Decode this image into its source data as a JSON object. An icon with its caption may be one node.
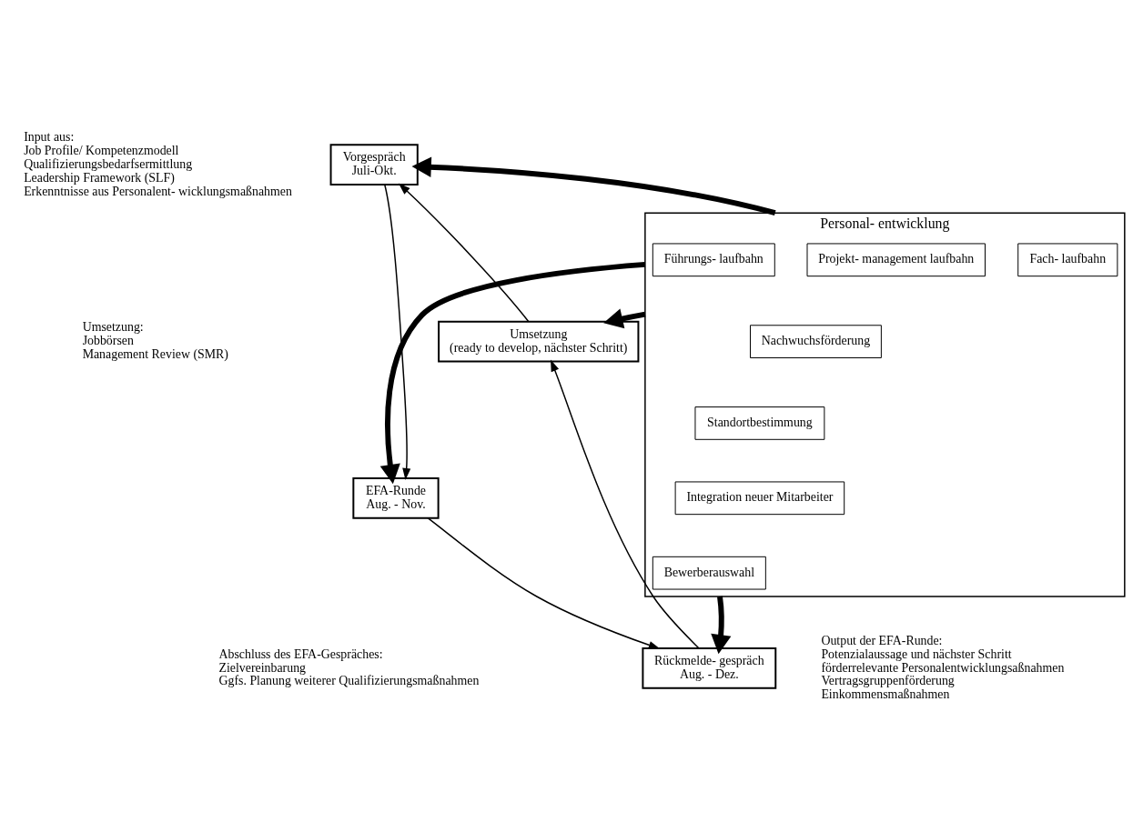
{
  "diagram": {
    "nodes": [
      {
        "text": [
          "Vorgespräch",
          "Juli-Okt."
        ]
      },
      {
        "text": [
          "EFA-Runde",
          "Aug. - Nov."
        ]
      },
      {
        "text": [
          "Rückmelde- gespräch",
          "Aug. - Dez."
        ]
      },
      {
        "text": [
          "Umsetzung",
          "(ready to develop, nächster Schritt)"
        ]
      },
      {
        "text": [
          "Personal- entwicklung"
        ]
      },
      {
        "text": [
          "Fach- laufbahn"
        ],
        "in": 4
      },
      {
        "text": [
          "Projekt- management laufbahn"
        ],
        "in": 4
      },
      {
        "text": [
          "Führungs- laufbahn"
        ],
        "in": 4
      },
      {
        "text": [
          "Nachwuchsförderung"
        ],
        "in": 4
      },
      {
        "text": [
          "Standortbestimmung"
        ],
        "in": 4
      },
      {
        "text": [
          "Integration neuer Mitarbeiter"
        ],
        "in": 4
      },
      {
        "text": [
          "Bewerberauswahl"
        ],
        "in": 4
      },
      {
        "text": [
          "Input aus:",
          "Job Profile/ Kompetenzmodell",
          "Qualifizierungsbedarfsermittlung",
          "Leadership Framework (SLF)",
          "Erkenntnisse aus Personalent- wicklungsmaßnahmen"
        ]
      },
      {
        "text": [
          "Umsetzung:",
          "Jobbörsen",
          "Management Review (SMR)"
        ]
      },
      {
        "text": [
          "Abschluss des EFA-Gespräches:",
          "Zielvereinbarung",
          "Ggfs. Planung weiterer Qualifizierungsmaßnahmen"
        ]
      },
      {
        "text": [
          "Output der EFA-Runde:",
          "Potenzialaussage und nächster Schritt",
          "förderrelevante Personalentwicklungsaßnahmen",
          "Vertragsgruppenförderung",
          "Einkommensmaßnahmen"
        ]
      }
    ],
    "edges": [
      {
        "from": 0,
        "to": 1,
        "arrow": "to"
      },
      {
        "from": 1,
        "to": 2,
        "arrow": "to"
      },
      {
        "from": 2,
        "to": 3,
        "arrow": "to"
      },
      {
        "from": 3,
        "to": 0,
        "arrow": "to"
      },
      {
        "from": 4,
        "to": 0,
        "arrow": "to",
        "style": "thick"
      },
      {
        "from": 4,
        "to": 1,
        "arrow": "to",
        "style": "thick"
      },
      {
        "from": 4,
        "to": 2,
        "arrow": "to",
        "style": "thick"
      },
      {
        "from": 4,
        "to": 3,
        "arrow": "to",
        "style": "thick"
      }
    ]
  }
}
